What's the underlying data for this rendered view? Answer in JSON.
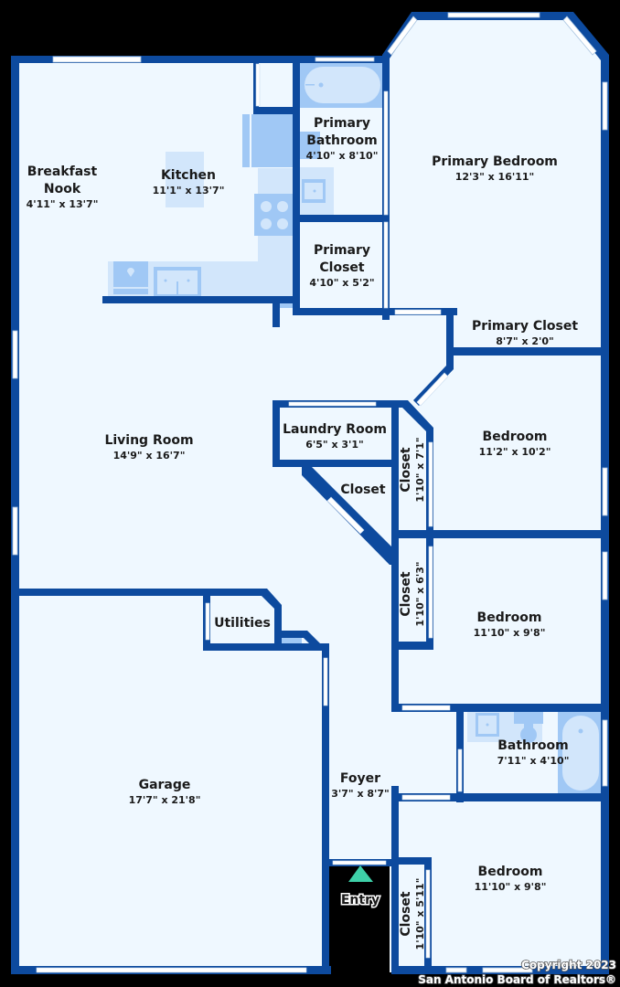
{
  "plan": {
    "colors": {
      "wall": "#0d4a9e",
      "floor": "#eff8ff",
      "fixture": "#a0c8f5",
      "fixture_light": "#d2e6fb",
      "window": "#ffffff",
      "entry_marker": "#3ed0a8",
      "background": "#000000"
    },
    "rooms": [
      {
        "id": "breakfast-nook",
        "name_line1": "Breakfast",
        "name_line2": "Nook",
        "dims": "4'11\" x 13'7\""
      },
      {
        "id": "kitchen",
        "name_line1": "Kitchen",
        "name_line2": "",
        "dims": "11'1\" x 13'7\""
      },
      {
        "id": "primary-bathroom",
        "name_line1": "Primary",
        "name_line2": "Bathroom",
        "dims": "4'10\" x 8'10\""
      },
      {
        "id": "primary-closet-1",
        "name_line1": "Primary",
        "name_line2": "Closet",
        "dims": "4'10\" x 5'2\""
      },
      {
        "id": "primary-bedroom",
        "name_line1": "Primary Bedroom",
        "name_line2": "",
        "dims": "12'3\" x 16'11\""
      },
      {
        "id": "primary-closet-2",
        "name_line1": "Primary Closet",
        "name_line2": "",
        "dims": "8'7\" x 2'0\""
      },
      {
        "id": "living-room",
        "name_line1": "Living Room",
        "name_line2": "",
        "dims": "14'9\" x 16'7\""
      },
      {
        "id": "laundry-room",
        "name_line1": "Laundry Room",
        "name_line2": "",
        "dims": "6'5\" x 3'1\""
      },
      {
        "id": "closet-laundry",
        "name_line1": "Closet",
        "name_line2": "",
        "dims": ""
      },
      {
        "id": "closet-bed1",
        "name_line1": "Closet",
        "name_line2": "",
        "dims": "1'10\" x 7'1\""
      },
      {
        "id": "bedroom-1",
        "name_line1": "Bedroom",
        "name_line2": "",
        "dims": "11'2\" x 10'2\""
      },
      {
        "id": "closet-bed2",
        "name_line1": "Closet",
        "name_line2": "",
        "dims": "1'10\" x 6'3\""
      },
      {
        "id": "bedroom-2",
        "name_line1": "Bedroom",
        "name_line2": "",
        "dims": "11'10\" x 9'8\""
      },
      {
        "id": "utilities",
        "name_line1": "Utilities",
        "name_line2": "",
        "dims": ""
      },
      {
        "id": "garage",
        "name_line1": "Garage",
        "name_line2": "",
        "dims": "17'7\" x 21'8\""
      },
      {
        "id": "bathroom",
        "name_line1": "Bathroom",
        "name_line2": "",
        "dims": "7'11\" x 4'10\""
      },
      {
        "id": "foyer",
        "name_line1": "Foyer",
        "name_line2": "",
        "dims": "3'7\" x 8'7\""
      },
      {
        "id": "bedroom-3",
        "name_line1": "Bedroom",
        "name_line2": "",
        "dims": "11'10\" x 9'8\""
      },
      {
        "id": "closet-bed3",
        "name_line1": "Closet",
        "name_line2": "",
        "dims": "1'10\" x 5'11\""
      }
    ],
    "entry_label": "Entry",
    "copyright_line1": "Copyright 2023",
    "copyright_line2": "San Antonio Board of Realtors®"
  }
}
